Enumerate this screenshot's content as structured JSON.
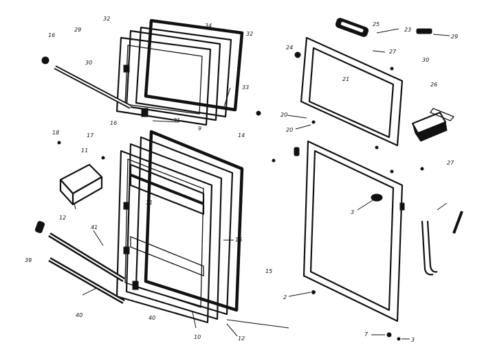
{
  "diagram": {
    "callouts": [
      {
        "id": "c1",
        "text": "32"
      },
      {
        "id": "c2",
        "text": "16"
      },
      {
        "id": "c3",
        "text": "29"
      },
      {
        "id": "c4",
        "text": "34"
      },
      {
        "id": "c5",
        "text": "32"
      },
      {
        "id": "c6",
        "text": "30"
      },
      {
        "id": "c7",
        "text": "33"
      },
      {
        "id": "c8",
        "text": "31"
      },
      {
        "id": "c9",
        "text": "9"
      },
      {
        "id": "c10",
        "text": "14"
      },
      {
        "id": "c11",
        "text": "16"
      },
      {
        "id": "c12",
        "text": "25"
      },
      {
        "id": "c13",
        "text": "23"
      },
      {
        "id": "c14",
        "text": "29"
      },
      {
        "id": "c15",
        "text": "24"
      },
      {
        "id": "c16",
        "text": "27"
      },
      {
        "id": "c17",
        "text": "30"
      },
      {
        "id": "c18",
        "text": "21"
      },
      {
        "id": "c19",
        "text": "20"
      },
      {
        "id": "c20",
        "text": "20"
      },
      {
        "id": "c21",
        "text": "26"
      },
      {
        "id": "c22",
        "text": "27"
      },
      {
        "id": "c23",
        "text": "18"
      },
      {
        "id": "c24",
        "text": "17"
      },
      {
        "id": "c25",
        "text": "11"
      },
      {
        "id": "c26",
        "text": "12"
      },
      {
        "id": "c27",
        "text": "11"
      },
      {
        "id": "c28",
        "text": "16"
      },
      {
        "id": "c29",
        "text": "41"
      },
      {
        "id": "c30",
        "text": "39"
      },
      {
        "id": "c31",
        "text": "40"
      },
      {
        "id": "c32",
        "text": "40"
      },
      {
        "id": "c33",
        "text": "15"
      },
      {
        "id": "c34",
        "text": "10"
      },
      {
        "id": "c35",
        "text": "12"
      },
      {
        "id": "c36",
        "text": "3"
      },
      {
        "id": "c37",
        "text": "2"
      },
      {
        "id": "c38",
        "text": "7"
      },
      {
        "id": "c39",
        "text": "3"
      }
    ]
  }
}
